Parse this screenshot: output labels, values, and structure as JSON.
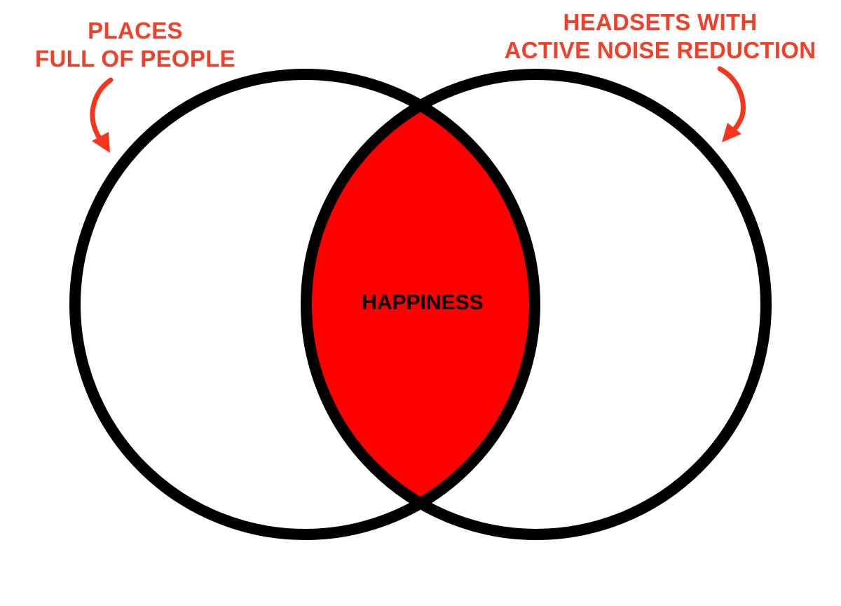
{
  "labels": {
    "left_line1": "PLACES",
    "left_line2": "FULL OF PEOPLE",
    "right_line1": "HEADSETS WITH",
    "right_line2": "ACTIVE NOISE REDUCTION",
    "intersection": "HAPPINESS"
  },
  "colors": {
    "accent": "#f0402a",
    "intersection_fill": "#ff0000",
    "outline": "#000000"
  }
}
